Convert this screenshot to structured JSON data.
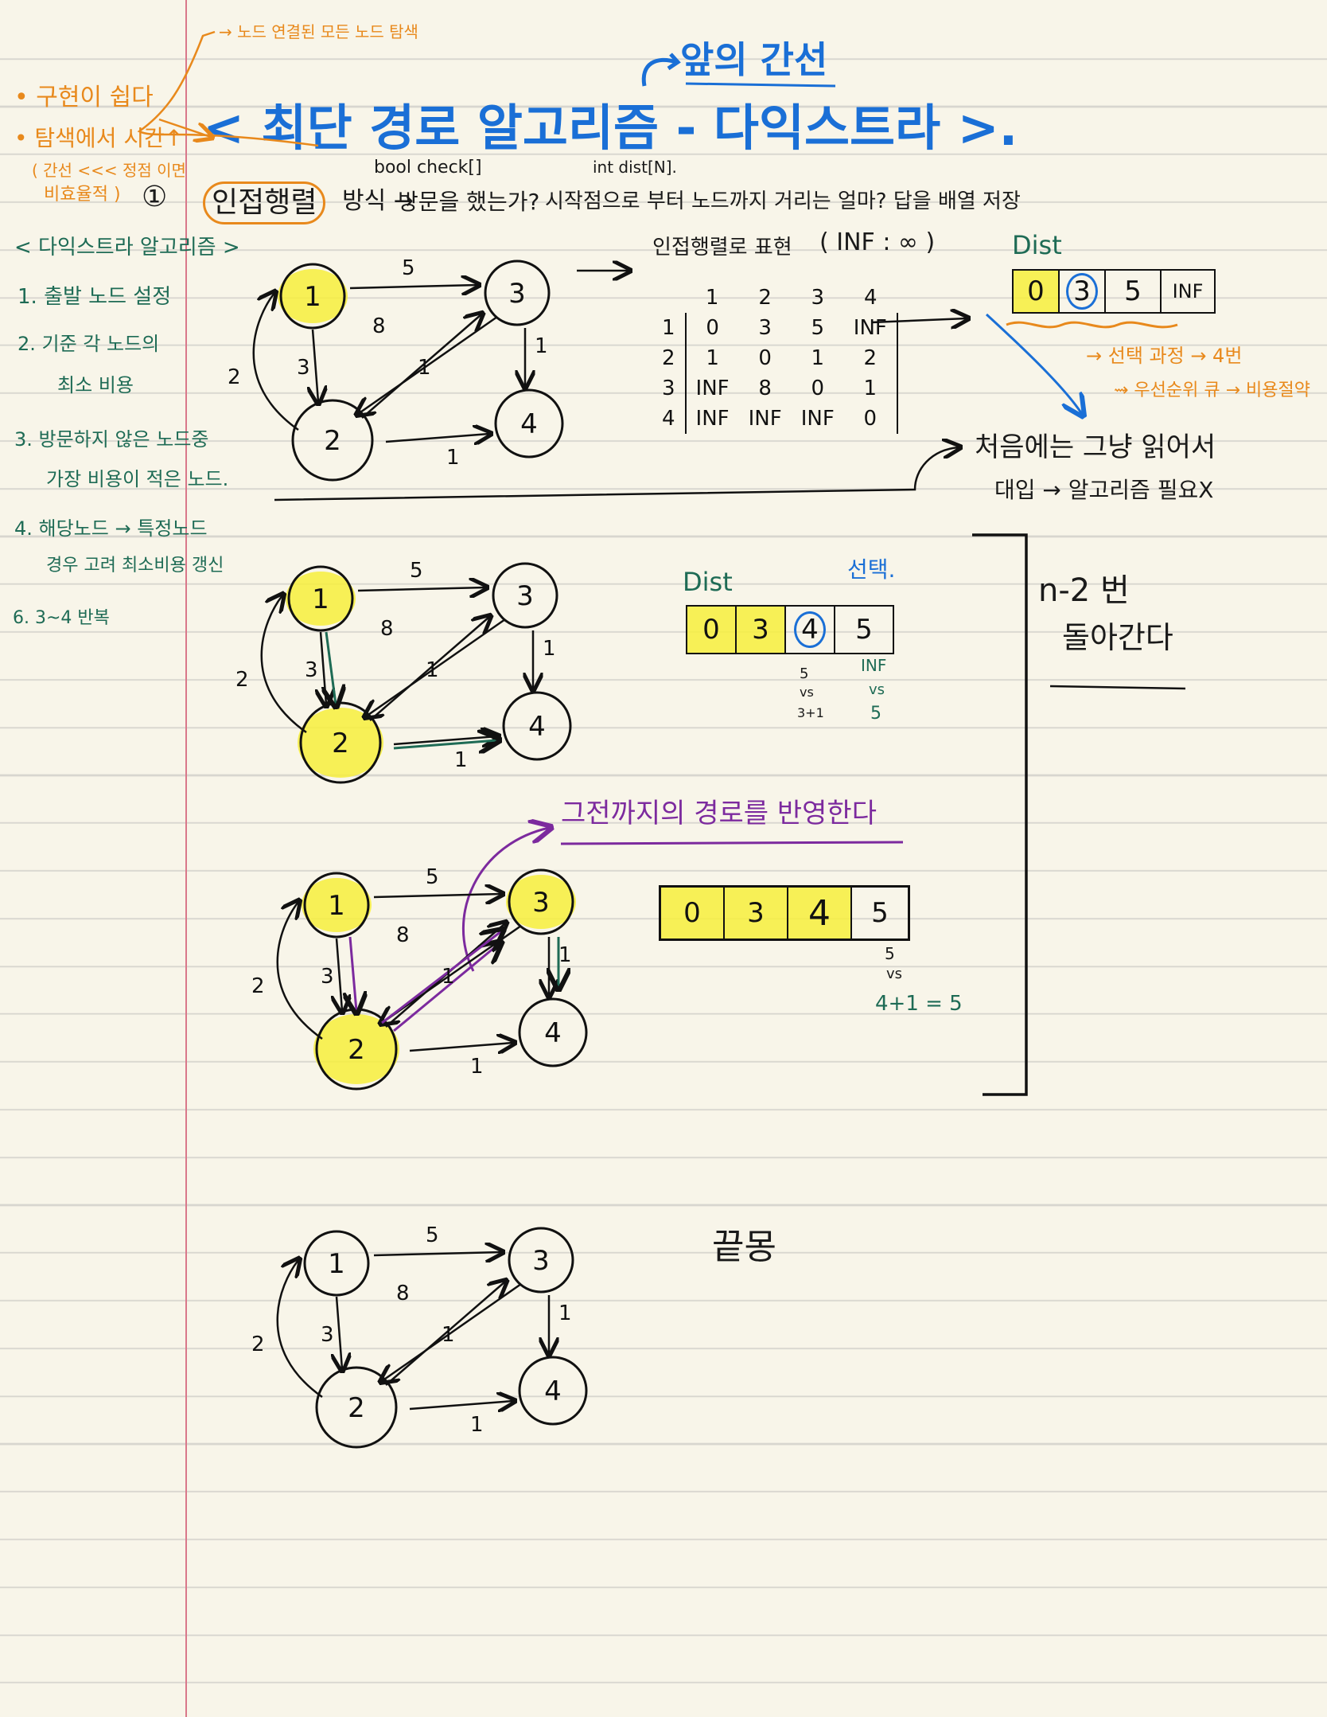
{
  "title": {
    "main": "< 최단 경로 알고리즘 - 다익스트라 >.",
    "subtitle": "앞의 간선"
  },
  "sidebar": {
    "notes": [
      "• 구현이 쉽다",
      "• 탐색에서 시간↑",
      "( 간선 <<< 정점 이면",
      "비효율적 )"
    ],
    "note_top": "→ 노드 연결된 모든 노드 탐색",
    "section_title": "< 다익스트라 알고리즘 >",
    "steps": [
      "1. 출발 노드 설정",
      "2. 기준 각 노드의",
      "최소 비용",
      "3. 방문하지 않은 노드중",
      "가장 비용이 적은 노드.",
      "4. 해당노드 → 특정노드",
      "경우 고려 최소비용 갱신",
      "6. 3~4 반복"
    ]
  },
  "method": {
    "number": "①",
    "label": "인접행렬",
    "text": "방식 →",
    "bool_note": "bool check[]",
    "int_note": "int dist[N].",
    "visited": "방문을 했는가?",
    "question": "시작점으로 부터 노드까지 거리는 얼마? 답을 배열 저장"
  },
  "matrix": {
    "title": "인접행렬로 표현",
    "inf_note": "( INF : ∞ )",
    "header": [
      "1",
      "2",
      "3",
      "4"
    ],
    "rows": [
      {
        "label": "1",
        "cells": [
          "0",
          "3",
          "5",
          "INF"
        ]
      },
      {
        "label": "2",
        "cells": [
          "1",
          "0",
          "1",
          "2"
        ]
      },
      {
        "label": "3",
        "cells": [
          "INF",
          "8",
          "0",
          "1"
        ]
      },
      {
        "label": "4",
        "cells": [
          "INF",
          "INF",
          "INF",
          "0"
        ]
      }
    ]
  },
  "dist1": {
    "label": "Dist",
    "cells": [
      "0",
      "3",
      "5",
      "INF"
    ]
  },
  "dist1_notes": {
    "select": "→ 선택 과정 → 4번",
    "queue": "⇝ 우선순위 큐 → 비용절약"
  },
  "first_note": {
    "line1": "처음에는 그냥 읽어서",
    "line2": "대입 → 알고리즘 필요X"
  },
  "dist2": {
    "label": "Dist",
    "select": "선택.",
    "cells": [
      "0",
      "3",
      "4",
      "5"
    ],
    "under3": [
      "5",
      "vs",
      "3+1"
    ],
    "under4": [
      "INF",
      "vs",
      "5"
    ]
  },
  "repeat": {
    "line1": "n-2 번",
    "line2": "돌아간다"
  },
  "reflect": "그전까지의 경로를 반영한다",
  "dist3": {
    "cells": [
      "0",
      "3",
      "4",
      "5"
    ],
    "under4": [
      "5",
      "vs",
      "4+1 = 5"
    ]
  },
  "end": "끝몽",
  "graph": {
    "nodes": [
      "1",
      "2",
      "3",
      "4"
    ],
    "weights": [
      "5",
      "8",
      "1",
      "3",
      "1",
      "1",
      "2"
    ]
  },
  "colors": {
    "orange": "#e8891c",
    "green": "#1e6b55",
    "blue": "#1a6fd6",
    "purple": "#7c2a9e",
    "highlight": "#f7ee3c"
  }
}
